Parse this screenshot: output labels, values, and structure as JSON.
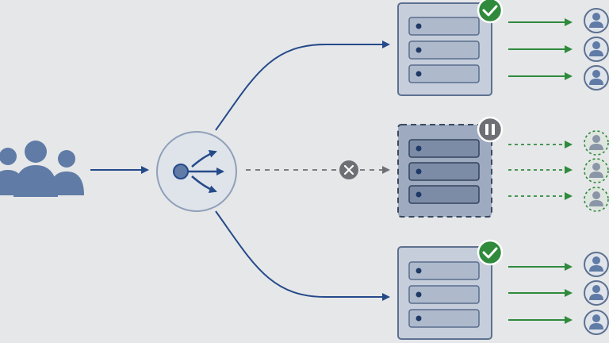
{
  "diagram": {
    "colors": {
      "background": "#e6e7e9",
      "accent_blue": "#254a8a",
      "node_fill": "#dfe3ea",
      "node_stroke": "#93a3bb",
      "server_fill": "#c6cedb",
      "server_stroke": "#5d7190",
      "slot_fill": "#aeb9cc",
      "slot_stroke": "#596d8c",
      "paused_fill": "#9daac0",
      "paused_slot_fill": "#7d8ca6",
      "ok_green": "#2f8a3c",
      "paused_gray": "#6d6f74",
      "users_fill": "#5f7ba6"
    },
    "source": {
      "name": "user-group",
      "icon": "users-icon"
    },
    "load_balancer": {
      "name": "load-balancer",
      "icon": "split-arrows-icon"
    },
    "servers": [
      {
        "name": "server-top",
        "status": "healthy",
        "status_icon": "check-icon",
        "clients": 3
      },
      {
        "name": "server-middle",
        "status": "paused",
        "status_icon": "pause-icon",
        "clients": 3,
        "blocked_icon": "x-icon"
      },
      {
        "name": "server-bottom",
        "status": "healthy",
        "status_icon": "check-icon",
        "clients": 3
      }
    ]
  }
}
